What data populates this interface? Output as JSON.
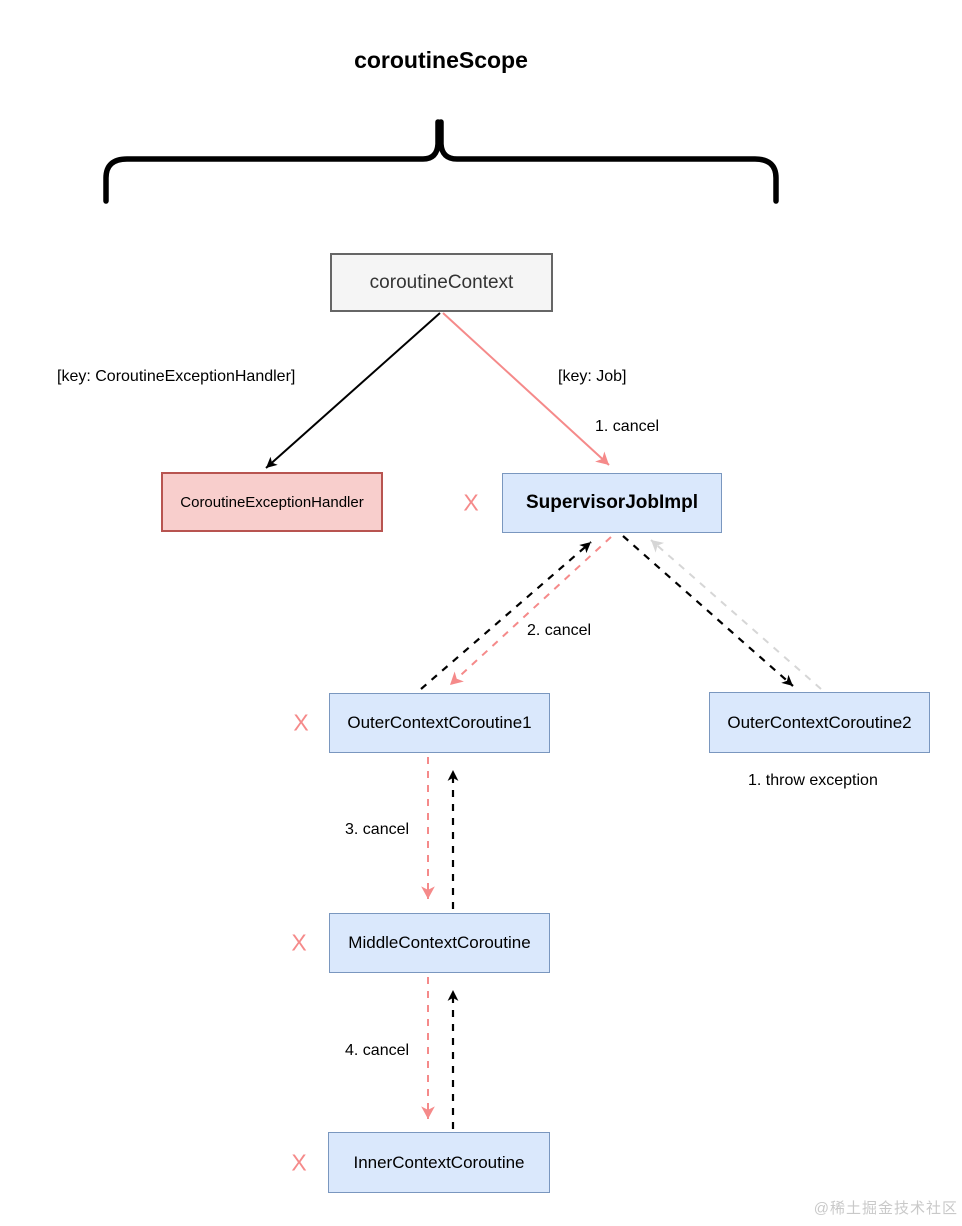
{
  "title": "coroutineScope",
  "nodes": {
    "coroutine_context": {
      "label": "coroutineContext"
    },
    "coroutine_exception_handler": {
      "label": "CoroutineExceptionHandler"
    },
    "supervisor_job": {
      "label": "SupervisorJobImpl"
    },
    "outer_context_coroutine_1": {
      "label": "OuterContextCoroutine1"
    },
    "outer_context_coroutine_2": {
      "label": "OuterContextCoroutine2"
    },
    "middle_context_coroutine": {
      "label": "MiddleContextCoroutine"
    },
    "inner_context_coroutine": {
      "label": "InnerContextCoroutine"
    }
  },
  "edge_labels": {
    "key_exception_handler": "[key: CoroutineExceptionHandler]",
    "key_job": "[key: Job]",
    "cancel_1": "1. cancel",
    "cancel_2": "2. cancel",
    "cancel_3": "3. cancel",
    "cancel_4": "4. cancel",
    "throw_exception": "1. throw exception",
    "cancelled_mark": "X"
  },
  "colors": {
    "node_blue_fill": "#dae8fc",
    "node_blue_border": "#7a97bf",
    "node_red_fill": "#f8cecc",
    "node_red_border": "#b85450",
    "node_gray_fill": "#f5f5f5",
    "node_gray_border": "#666666",
    "arrow_pink": "#f58a8a",
    "arrow_black": "#000000",
    "arrow_gray": "#d6d6d6"
  },
  "watermark": "@稀土掘金技术社区"
}
